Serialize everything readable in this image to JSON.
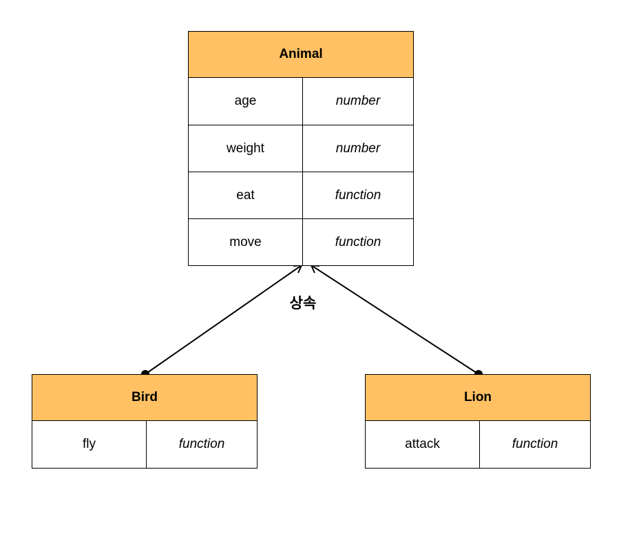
{
  "classes": {
    "animal": {
      "name": "Animal",
      "attributes": [
        {
          "name": "age",
          "type": "number"
        },
        {
          "name": "weight",
          "type": "number"
        },
        {
          "name": "eat",
          "type": "function"
        },
        {
          "name": "move",
          "type": "function"
        }
      ]
    },
    "bird": {
      "name": "Bird",
      "attributes": [
        {
          "name": "fly",
          "type": "function"
        }
      ]
    },
    "lion": {
      "name": "Lion",
      "attributes": [
        {
          "name": "attack",
          "type": "function"
        }
      ]
    }
  },
  "relation": {
    "label": "상속"
  },
  "colors": {
    "header_fill": "#FFC163",
    "line": "#000000"
  }
}
